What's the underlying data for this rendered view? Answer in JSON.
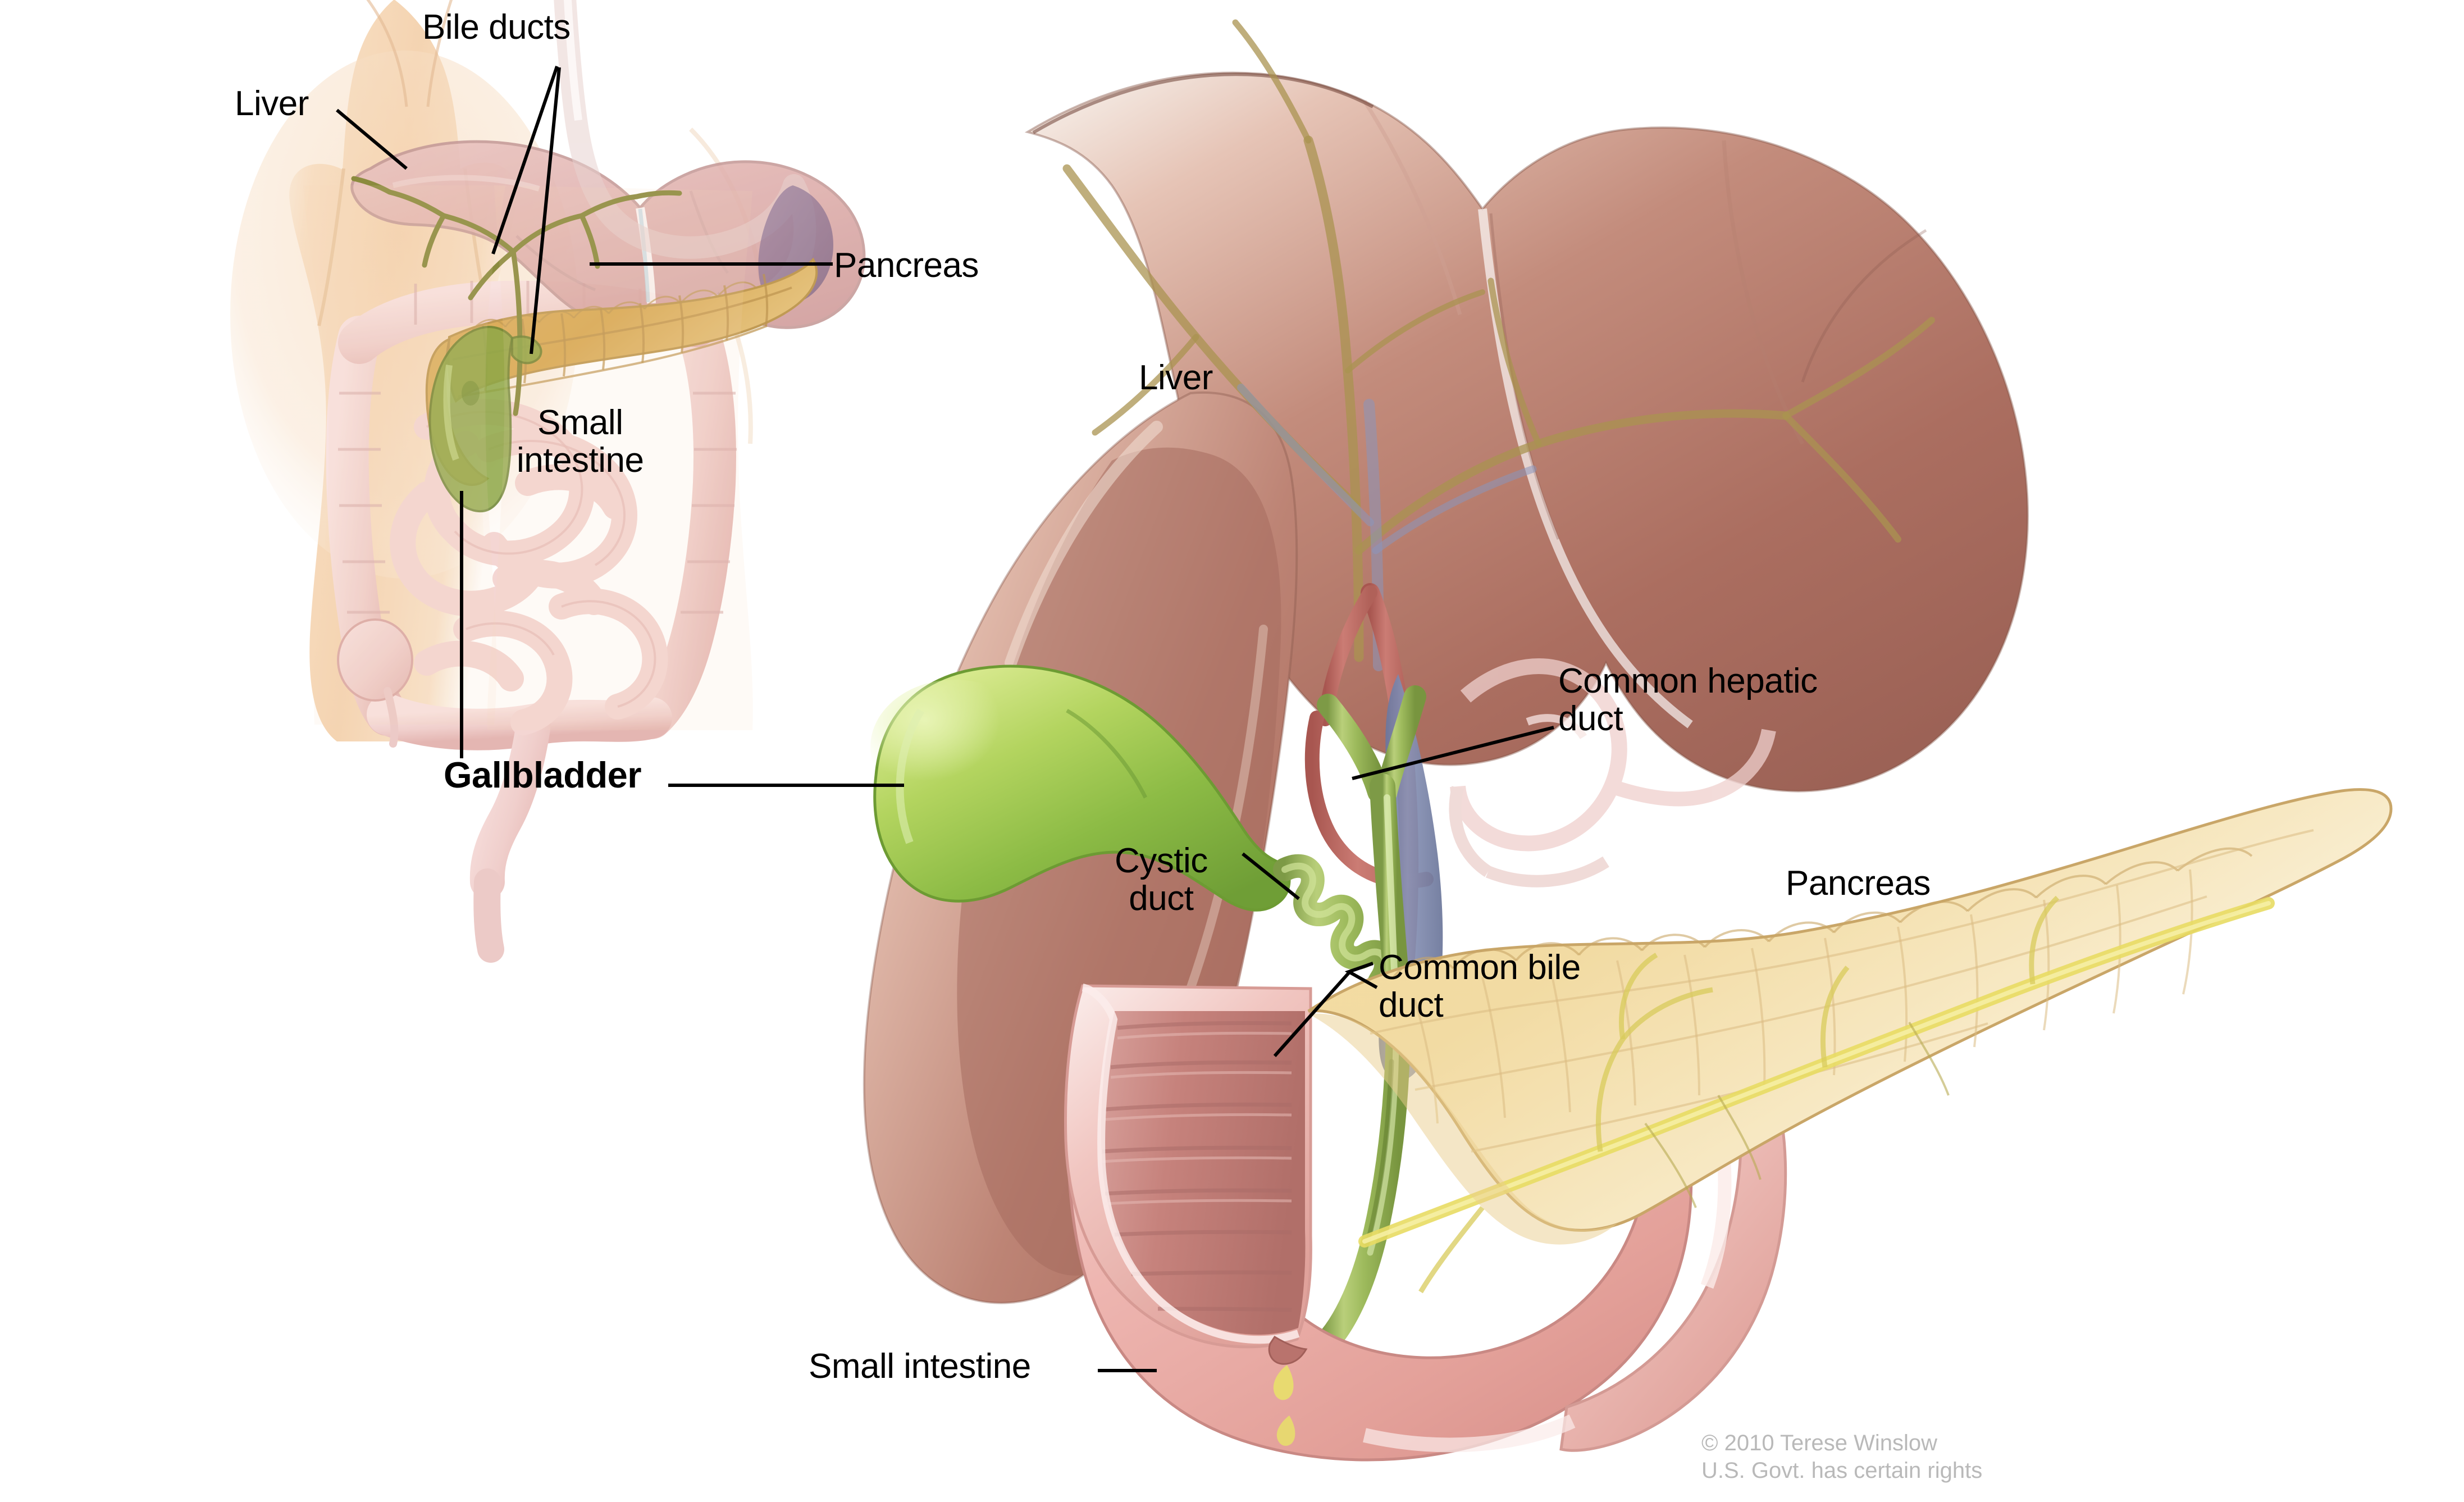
{
  "figure": {
    "type": "medical-anatomical-illustration",
    "subject": "Anatomy of the gallbladder, bile ducts, liver, pancreas and small intestine",
    "background_color": "#ffffff"
  },
  "inset": {
    "name": "torso-overview-inset",
    "description": "Small drawing of the upper body showing the location of the digestive organs",
    "labels": {
      "bile_ducts": "Bile ducts",
      "liver": "Liver",
      "pancreas": "Pancreas",
      "small_intestine_line1": "Small",
      "small_intestine_line2": "intestine"
    }
  },
  "main": {
    "name": "gallbladder-detail-illustration",
    "labels": {
      "gallbladder": "Gallbladder",
      "liver": "Liver",
      "common_hepatic_duct_line1": "Common hepatic",
      "common_hepatic_duct_line2": "duct",
      "cystic_duct_line1": "Cystic",
      "cystic_duct_line2": "duct",
      "common_bile_duct_line1": "Common bile",
      "common_bile_duct_line2": "duct",
      "pancreas": "Pancreas",
      "small_intestine": "Small intestine"
    }
  },
  "credit": {
    "line1": "© 2010 Terese Winslow",
    "line2": "U.S. Govt. has certain rights",
    "color": "#b9b9b9"
  },
  "palette": {
    "skin": "#f2cfab",
    "liver_main": "#b9786b",
    "liver_inset": "#e0b4b4",
    "gallbladder_green": "#8fc04a",
    "duct_green": "#9dba60",
    "pancreas_yellow": "#f3dda0",
    "pancreas_inset": "#d9ae63",
    "intestine_pink": "#eeb0ad",
    "mucosa_rose": "#c98884",
    "artery_red": "#c26b65",
    "vein_blue": "#7b86ad",
    "label_black": "#000000"
  }
}
